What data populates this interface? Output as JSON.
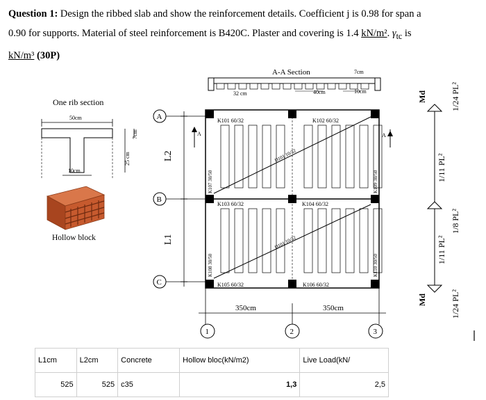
{
  "question": {
    "label": "Question 1:",
    "line1_rest": "Design the ribbed slab and show the reinforcement details. Coefficient j is 0.98 for span a",
    "line2": "0.90 for supports. Material of steel reinforcement is B420C. Plaster and covering is 1.4",
    "line2_unit": "kN/m²",
    "line2_gamma": "γ",
    "line2_gamma_sub": "tc",
    "line2_tail": "is",
    "line3_unit": "kN/m³",
    "points": "(30P)"
  },
  "rib_section": {
    "title": "One rib section",
    "top_width": "50cm",
    "bottom_width": "10cm",
    "depth_total": "25 cm",
    "depth_top": "7cm",
    "block_label": "Hollow block"
  },
  "aa_section": {
    "title": "A-A Section",
    "dim_rib": "32 cm",
    "dim_block": "40cm",
    "dim_top": "7cm",
    "dim_web": "10cm"
  },
  "plan": {
    "axes_rows": [
      "A",
      "B",
      "C"
    ],
    "axes_cols": [
      "1",
      "2",
      "3"
    ],
    "spans_v": [
      "L2",
      "L1"
    ],
    "span_h": [
      "350cm",
      "350cm"
    ],
    "section_marks": [
      "A",
      "A"
    ],
    "beams": [
      "K101 60/32",
      "K102 60/32",
      "K103 60/32",
      "K104 60/32",
      "K105 60/32",
      "K106 60/32"
    ],
    "columns": [
      "K107 30/50",
      "K108 30/50",
      "K109 30/50",
      "K110 30/50"
    ],
    "slab_labels": [
      "D101 10/32",
      "D101 10/32"
    ]
  },
  "moments": {
    "md": "Md",
    "c24": "1/24 PL²",
    "c11": "1/11 PL²",
    "c8": "1/8 PL²"
  },
  "table": {
    "headers": [
      "L1cm",
      "L2cm",
      "Concrete",
      "Hollow bloc(kN/m2)",
      "Live Load(kN/"
    ],
    "row": [
      "525",
      "525",
      "c35",
      "1,3",
      "2,5"
    ]
  },
  "colors": {
    "brick": "#c65a2e",
    "black": "#000000"
  }
}
